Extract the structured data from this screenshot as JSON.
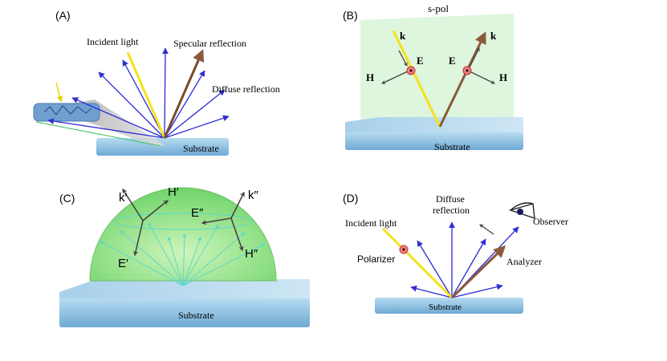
{
  "panels": {
    "a": {
      "tag": "(A)",
      "incident": "Incident light",
      "specular": "Specular reflection",
      "diffuse": "Diffuse reflection",
      "substrate": "Substrate"
    },
    "b": {
      "tag": "(B)",
      "title": "s-pol",
      "k_left": "k",
      "e_left": "E",
      "h_left": "H",
      "k_right": "k",
      "e_right": "E",
      "h_right": "H",
      "substrate": "Substrate"
    },
    "c": {
      "tag": "(C)",
      "k1": "k′",
      "h1": "H′",
      "e1": "E′",
      "k2": "k″",
      "e2": "E″",
      "h2": "H″",
      "substrate": "Substrate"
    },
    "d": {
      "tag": "(D)",
      "diffuse_line1": "Diffuse",
      "diffuse_line2": "reflection",
      "incident": "Incident light",
      "polarizer": "Polarizer",
      "observer": "Observer",
      "analyzer": "Analyzer",
      "substrate": "Substrate"
    }
  },
  "colors": {
    "incident": "#f5e11a",
    "specular": "#7a4a2a",
    "diffuse": "#2a2ad8",
    "substrate": "#8fc6e6",
    "hemisphere": "#8fe08a",
    "plane": "#d9f5d9",
    "field_arrow": "#444444"
  }
}
